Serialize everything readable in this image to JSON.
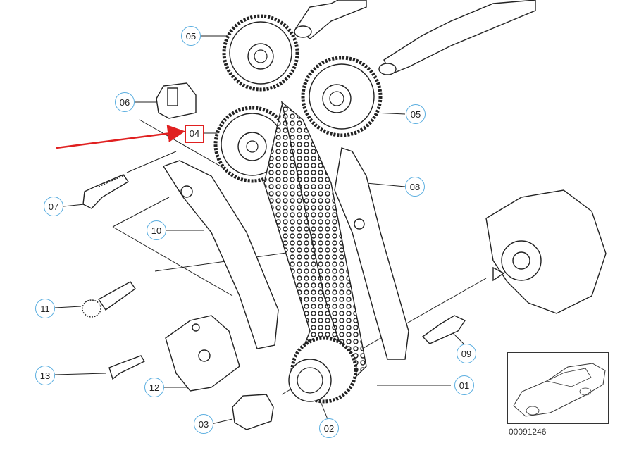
{
  "callouts": {
    "c05a": "05",
    "c05b": "05",
    "c06": "06",
    "c04": "04",
    "c07": "07",
    "c08": "08",
    "c10": "10",
    "c11": "11",
    "c13": "13",
    "c12": "12",
    "c09": "09",
    "c01": "01",
    "c02": "02",
    "c03": "03"
  },
  "diagram_code": "00091246",
  "colors": {
    "callout_border": "#5aaee0",
    "highlight": "#e02020",
    "line": "#222222"
  }
}
